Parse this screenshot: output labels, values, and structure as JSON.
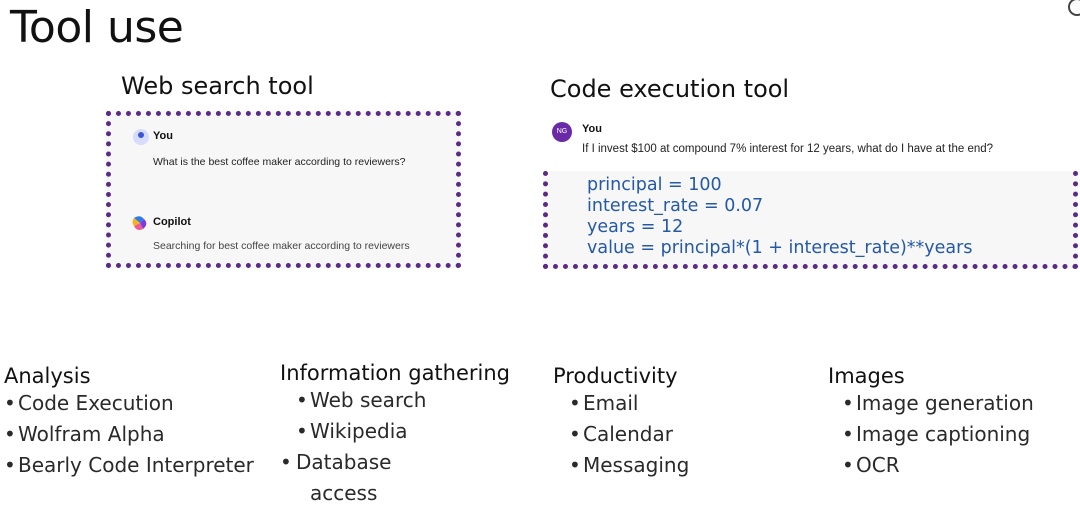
{
  "slide": {
    "title": "Tool use"
  },
  "web_panel": {
    "title": "Web search tool",
    "user_name": "You",
    "user_message": "What is the best coffee maker according to reviewers?",
    "assistant_name": "Copilot",
    "assistant_status": "Searching for best coffee maker according to reviewers"
  },
  "code_panel": {
    "title": "Code execution tool",
    "avatar_initials": "NG",
    "user_name": "You",
    "user_message": "If I invest $100 at compound 7% interest for 12 years, what do I have at the end?",
    "code_lines": [
      "principal = 100",
      "interest_rate = 0.07",
      "years = 12",
      "value = principal*(1 + interest_rate)**years"
    ]
  },
  "categories": [
    {
      "heading": "Analysis",
      "items": [
        "Code Execution",
        "Wolfram Alpha",
        "Bearly Code Interpreter"
      ]
    },
    {
      "heading": "Information gathering",
      "items": [
        "Web search",
        "Wikipedia",
        "Database",
        "access"
      ]
    },
    {
      "heading": "Productivity",
      "items": [
        "Email",
        "Calendar",
        "Messaging"
      ]
    },
    {
      "heading": "Images",
      "items": [
        "Image generation",
        "Image captioning",
        "OCR"
      ]
    }
  ],
  "colors": {
    "dotted_border": "#5b2a86",
    "code_text": "#2458a8",
    "avatar_ng": "#6a2aa8"
  }
}
